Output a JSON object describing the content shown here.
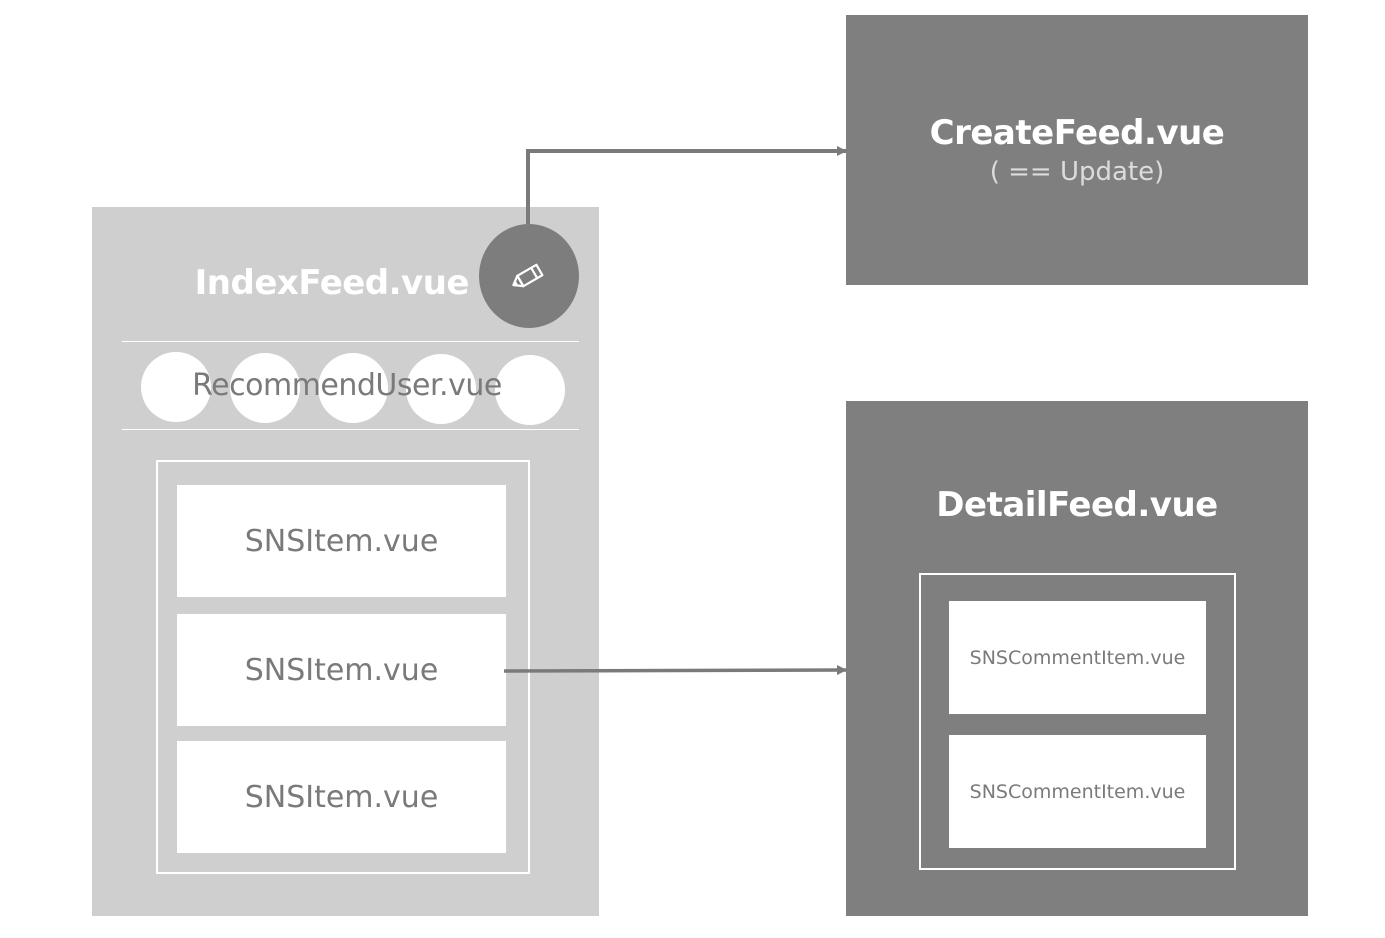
{
  "index_feed": {
    "title": "IndexFeed.vue",
    "write_button_icon": "pencil-icon",
    "recommend_user": {
      "label": "RecommendUser.vue",
      "avatar_count": 5
    },
    "sns_items": [
      {
        "label": "SNSItem.vue"
      },
      {
        "label": "SNSItem.vue"
      },
      {
        "label": "SNSItem.vue"
      }
    ]
  },
  "create_feed": {
    "title": "CreateFeed.vue",
    "subtitle": "( == Update)"
  },
  "detail_feed": {
    "title": "DetailFeed.vue",
    "comment_items": [
      {
        "label": "SNSCommentItem.vue"
      },
      {
        "label": "SNSCommentItem.vue"
      }
    ]
  },
  "colors": {
    "index_panel": "#d0cfd0",
    "dark_panel": "#7f7f7f",
    "arrow": "#7a7a7a",
    "text_muted": "#7a7a7a",
    "white": "#ffffff"
  }
}
